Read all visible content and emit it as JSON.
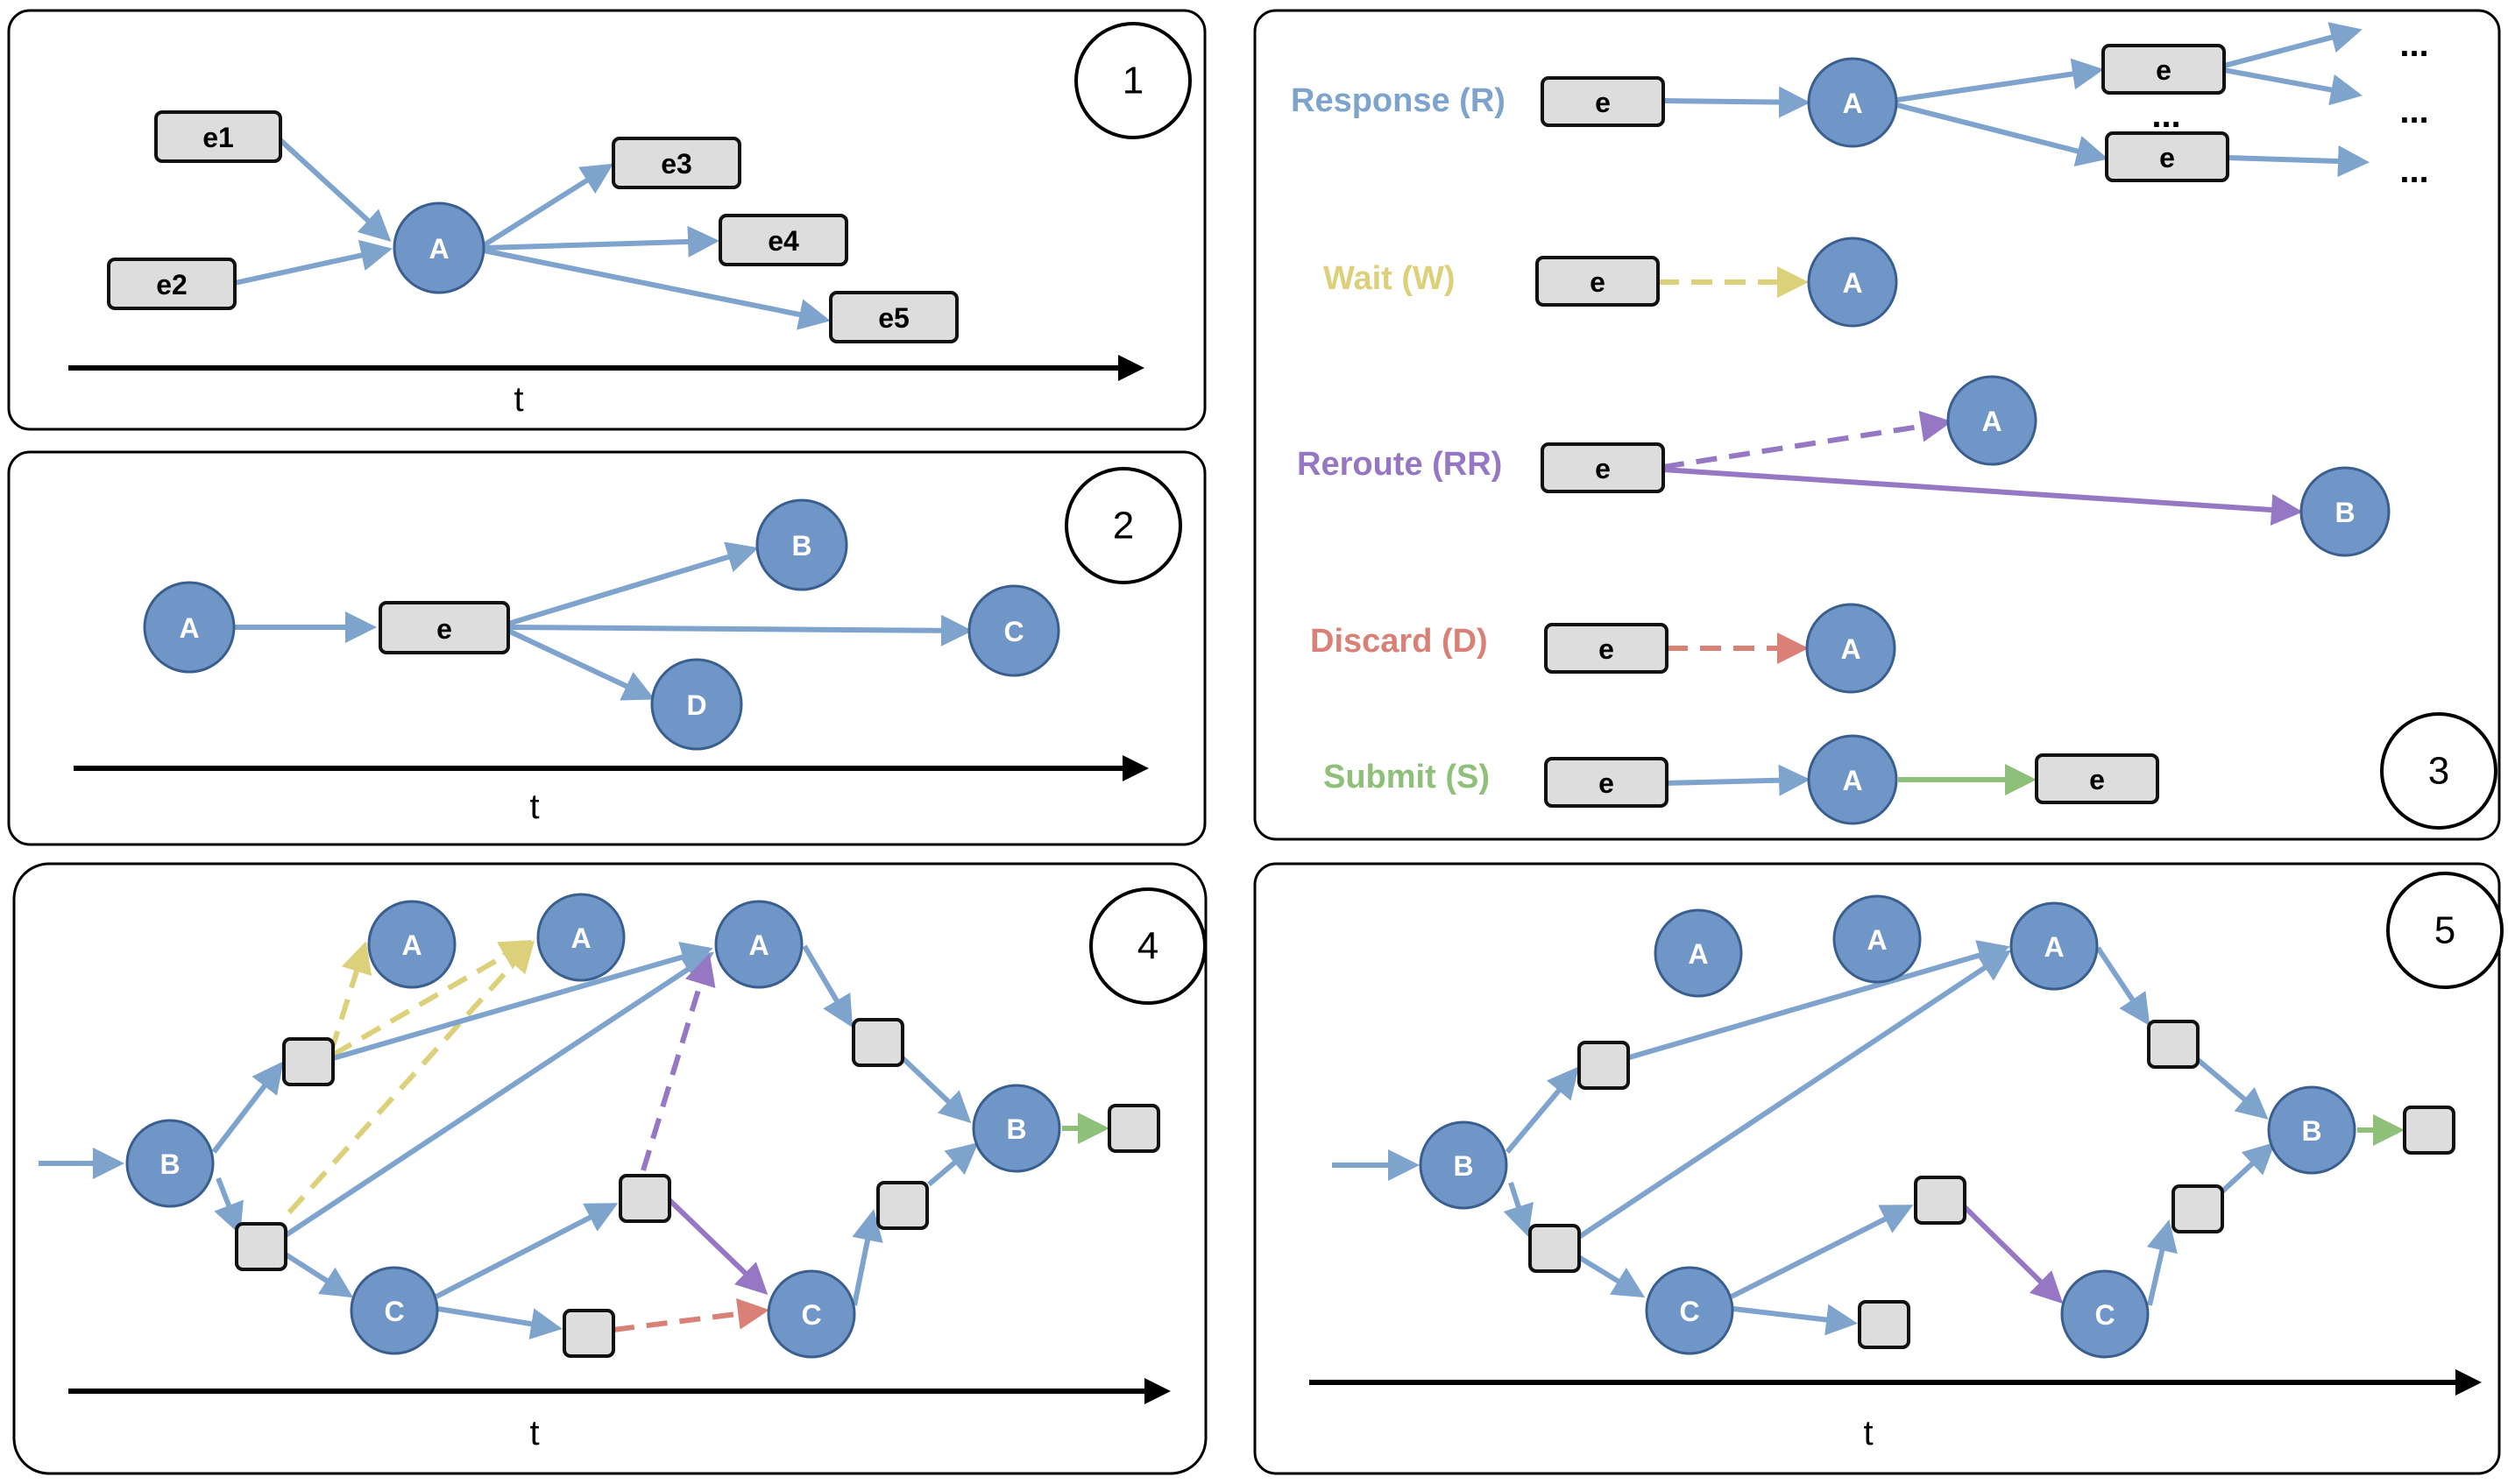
{
  "colors": {
    "response": "#7ea3cc",
    "wait": "#dcd17a",
    "reroute": "#9677c4",
    "discard": "#d98176",
    "submit": "#8fc07a",
    "node_fill": "#6f96c6",
    "box_fill": "#dddddd"
  },
  "axis_label": "t",
  "ellipsis": "...",
  "panel1": {
    "badge": "1",
    "node_a": "A",
    "events": [
      "e1",
      "e2",
      "e3",
      "e4",
      "e5"
    ]
  },
  "panel2": {
    "badge": "2",
    "nodes": [
      "A",
      "B",
      "C",
      "D"
    ],
    "event": "e"
  },
  "panel3": {
    "badge": "3",
    "event": "e",
    "legend": [
      {
        "label": "Response (R)",
        "color": "#7ea3cc"
      },
      {
        "label": "Wait (W)",
        "color": "#dcd17a"
      },
      {
        "label": "Reroute (RR)",
        "color": "#9677c4"
      },
      {
        "label": "Discard (D)",
        "color": "#d98176"
      },
      {
        "label": "Submit (S)",
        "color": "#8fc07a"
      }
    ],
    "nodes": {
      "a": "A",
      "b": "B"
    }
  },
  "panel4": {
    "badge": "4",
    "nodes": {
      "a": "A",
      "b": "B",
      "c": "C"
    }
  },
  "panel5": {
    "badge": "5",
    "nodes": {
      "a": "A",
      "b": "B",
      "c": "C"
    }
  }
}
